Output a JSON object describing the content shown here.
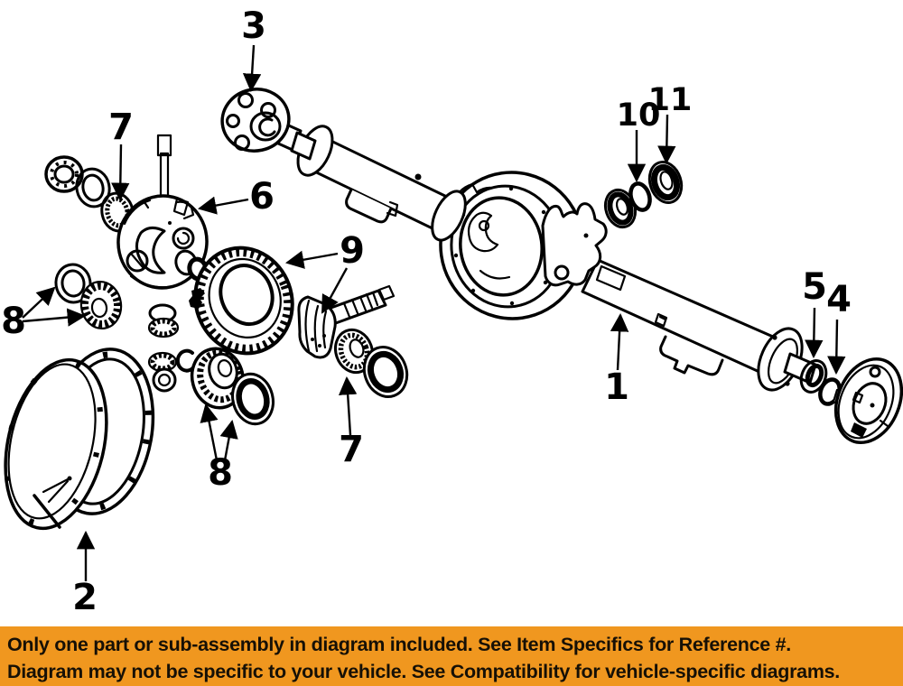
{
  "colors": {
    "paper": "#FFFFFF",
    "ink": "#000000",
    "banner_bg": "#F0971F",
    "banner_text": "#161006"
  },
  "banner": {
    "line1": "Only one part or sub-assembly in diagram included. See Item Specifics for Reference #.",
    "line2": "Diagram may not be specific to your vehicle. See Compatibility for vehicle-specific diagrams."
  },
  "diagram": {
    "callouts": [
      {
        "ref": "3"
      },
      {
        "ref": "7"
      },
      {
        "ref": "6"
      },
      {
        "ref": "10"
      },
      {
        "ref": "11"
      },
      {
        "ref": "9"
      },
      {
        "ref": "8"
      },
      {
        "ref": "8"
      },
      {
        "ref": "7"
      },
      {
        "ref": "1"
      },
      {
        "ref": "5"
      },
      {
        "ref": "4"
      },
      {
        "ref": "2"
      }
    ]
  }
}
